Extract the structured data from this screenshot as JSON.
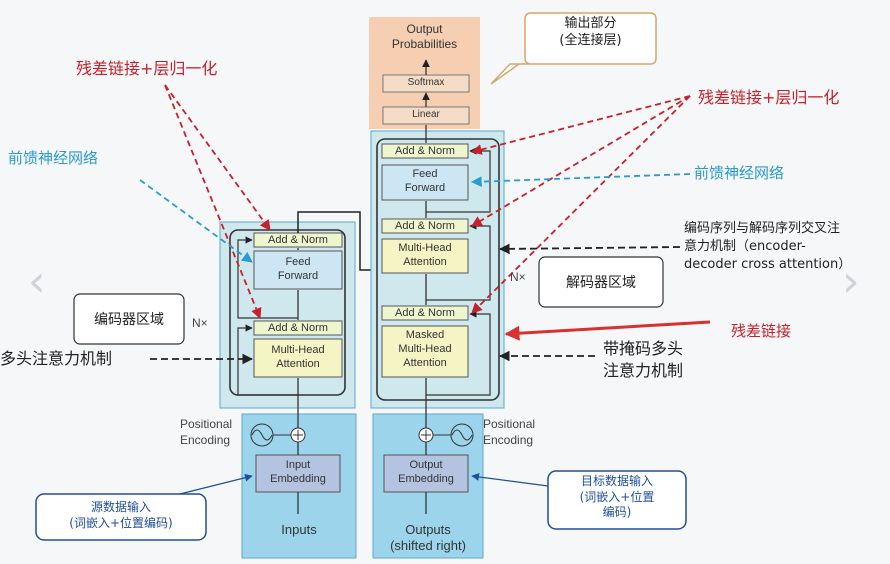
{
  "encoder": {
    "add_norm_top": "Add & Norm",
    "feed_forward": "Feed\nForward",
    "add_norm_bottom": "Add & Norm",
    "multi_head_attention": "Multi-Head\nAttention",
    "nx": "N×",
    "input_embedding": "Input\nEmbedding",
    "inputs": "Inputs",
    "positional_encoding": "Positional\nEncoding"
  },
  "decoder": {
    "output_probabilities": "Output\nProbabilities",
    "softmax": "Softmax",
    "linear": "Linear",
    "add_norm_top": "Add & Norm",
    "feed_forward": "Feed\nForward",
    "add_norm_middle": "Add & Norm",
    "multi_head_attention": "Multi-Head\nAttention",
    "add_norm_bottom": "Add & Norm",
    "masked_attention": "Masked\nMulti-Head\nAttention",
    "nx": "N×",
    "output_embedding": "Output\nEmbedding",
    "outputs": "Outputs\n(shifted right)",
    "positional_encoding": "Positional\nEncoding"
  },
  "annotations": {
    "residual_norm_left": "残差链接+层归一化",
    "residual_norm_right": "残差链接+层归一化",
    "ffn_left": "前馈神经网络",
    "ffn_right": "前馈神经网络",
    "encoder_region": "编码器区域",
    "decoder_region": "解码器区域",
    "multi_head_attention_mechanism": "多头注意力机制",
    "cross_attention": "编码序列与解码序列交叉注\n意力机制（encoder-\ndecoder cross attention）",
    "residual_link": "残差链接",
    "masked_attention_mechanism": "带掩码多头\n注意力机制",
    "output_part": "输出部分\n(全连接层)",
    "source_input": "源数据输入\n(词嵌入+位置编码)",
    "target_input": "目标数据输入\n(词嵌入+位置\n编码)"
  },
  "colors": {
    "red_annotation": "#c8202a",
    "blue_annotation": "#2a9ad2",
    "block_fill": "#cfe8ee",
    "addnorm_fill": "#eef6cf",
    "feedforward_fill": "#cce6f4",
    "attention_fill": "#f4f4c4",
    "output_region_fill": "#f6cfb2",
    "embedding_region_fill": "#9cd4ec"
  }
}
